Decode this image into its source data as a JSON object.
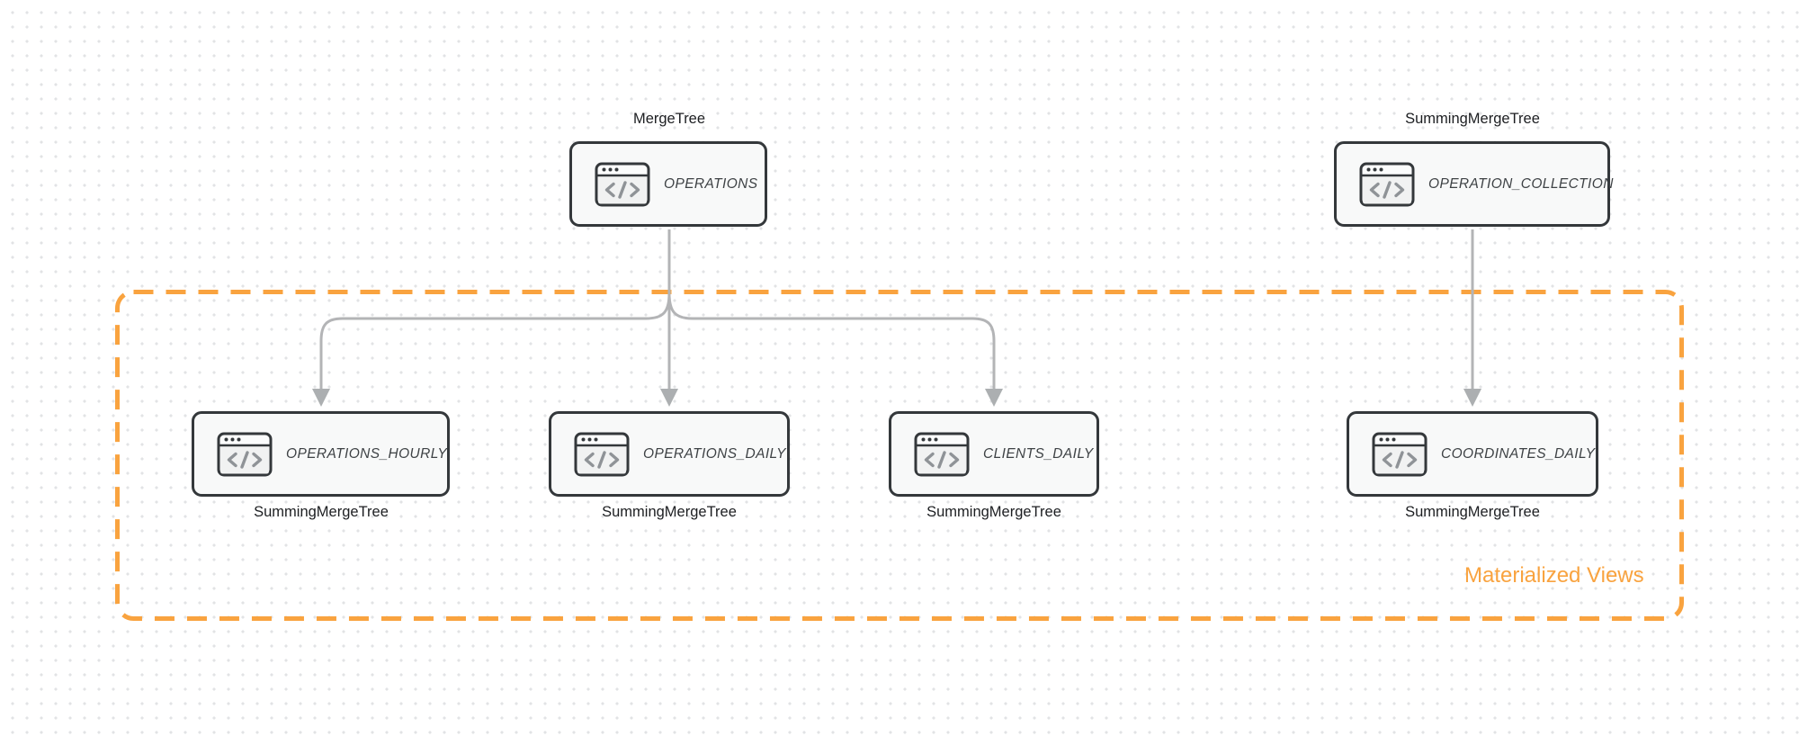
{
  "diagram": {
    "colors": {
      "node_border": "#34383b",
      "node_fill": "#f8f9f9",
      "arrow_gray": "#b3b4b6",
      "accent_orange": "#f9a33f",
      "table_text": "#3e4245",
      "engine_text": "#1c1e21",
      "dot_grid": "#e2e3e5"
    },
    "top_nodes": [
      {
        "id": "operations",
        "engine_label": "MergeTree",
        "table_name": "OPERATIONS",
        "icon": "code-window-icon"
      },
      {
        "id": "operation-collection",
        "engine_label": "SummingMergeTree",
        "table_name": "OPERATION_COLLECTION",
        "icon": "code-window-icon"
      }
    ],
    "materialized_views_group": {
      "label": "Materialized Views",
      "nodes": [
        {
          "id": "operations-hourly",
          "table_name": "OPERATIONS_HOURLY",
          "engine_label": "SummingMergeTree",
          "icon": "code-window-icon"
        },
        {
          "id": "operations-daily",
          "table_name": "OPERATIONS_DAILY",
          "engine_label": "SummingMergeTree",
          "icon": "code-window-icon"
        },
        {
          "id": "clients-daily",
          "table_name": "CLIENTS_DAILY",
          "engine_label": "SummingMergeTree",
          "icon": "code-window-icon"
        },
        {
          "id": "coordinates-daily",
          "table_name": "COORDINATES_DAILY",
          "engine_label": "SummingMergeTree",
          "icon": "code-window-icon"
        }
      ]
    },
    "edges": [
      {
        "from": "OPERATIONS",
        "to": "OPERATIONS_HOURLY"
      },
      {
        "from": "OPERATIONS",
        "to": "OPERATIONS_DAILY"
      },
      {
        "from": "OPERATIONS",
        "to": "CLIENTS_DAILY"
      },
      {
        "from": "OPERATION_COLLECTION",
        "to": "COORDINATES_DAILY"
      }
    ]
  }
}
